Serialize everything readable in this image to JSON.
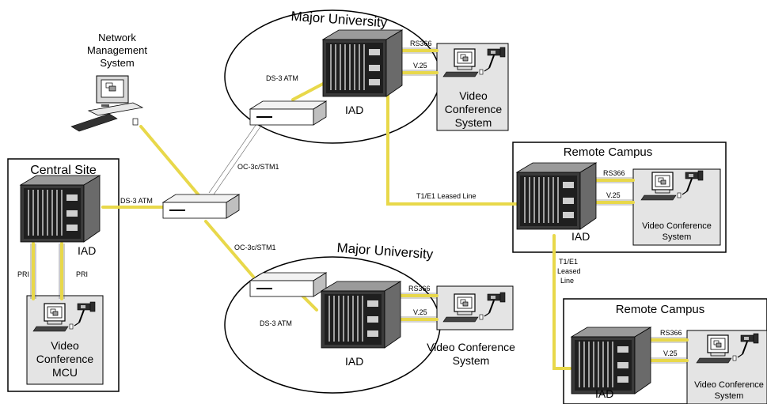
{
  "diagram": {
    "regions": {
      "mu_top": {
        "title": "Major University",
        "iad": "IAD",
        "port1": "RS366",
        "port2": "V.25",
        "vc_lines": [
          "Video",
          "Conference",
          "System"
        ],
        "uplink": "DS-3 ATM"
      },
      "mu_bottom": {
        "title": "Major University",
        "iad": "IAD",
        "port1": "RS366",
        "port2": "V.25",
        "vc_lines": [
          "Video Conference",
          "System"
        ],
        "uplink": "DS-3 ATM"
      },
      "central": {
        "title": "Central Site",
        "iad": "IAD",
        "pri_left": "PRI",
        "pri_right": "PRI",
        "mcu_lines": [
          "Video",
          "Conference",
          "MCU"
        ],
        "uplink": "DS-3 ATM"
      },
      "rc_top": {
        "title": "Remote Campus",
        "iad": "IAD",
        "port1": "RS366",
        "port2": "V.25",
        "vc_lines": [
          "Video Conference",
          "System"
        ]
      },
      "rc_bottom": {
        "title": "Remote Campus",
        "iad": "IAD",
        "port1": "RS366",
        "port2": "V.25",
        "vc_lines": [
          "Video Conference",
          "System"
        ]
      }
    },
    "nms_lines": [
      "Network",
      "Management",
      "System"
    ],
    "links": {
      "oc3_top": "OC-3c/STM1",
      "oc3_bottom": "OC-3c/STM1",
      "t1_leased": "T1/E1 Leased Line",
      "t1_vertical": [
        "T1/E1",
        "Leased",
        "Line"
      ]
    },
    "colors": {
      "link_yellow": "#e8d84a",
      "link_outline": "#555555",
      "panel_fill": "#e4e4e4",
      "rack_dark": "#2a2a2a"
    }
  }
}
